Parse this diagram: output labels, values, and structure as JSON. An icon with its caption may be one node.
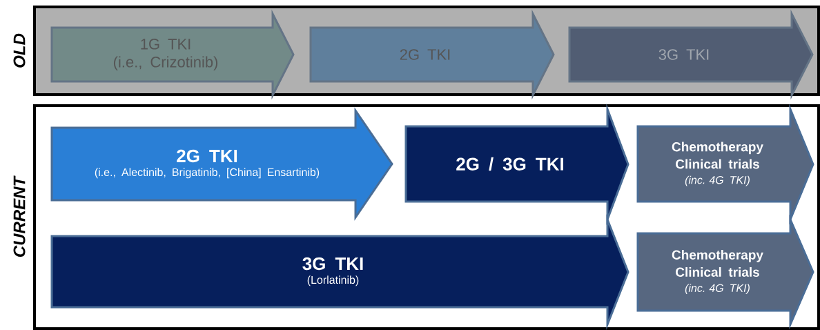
{
  "diagram": {
    "nodes": [
      {
        "text": [
          "OLD"
        ]
      },
      {
        "text": [
          "1G TKI",
          "(i.e., Crizotinib)"
        ],
        "in": 0
      },
      {
        "text": [
          "2G TKI"
        ],
        "in": 0
      },
      {
        "text": [
          "3G TKI"
        ],
        "in": 0
      },
      {
        "text": [
          "CURRENT"
        ]
      },
      {
        "text": [
          "2G TKI",
          "(i.e., Alectinib, Brigatinib, [China] Ensartinib)"
        ],
        "in": 4
      },
      {
        "text": [
          "2G / 3G TKI"
        ],
        "in": 4
      },
      {
        "text": [
          "Chemotherapy Clinical trials",
          "(inc. 4G TKI)"
        ],
        "in": 4
      },
      {
        "text": [
          "3G TKI",
          "(Lorlatinib)"
        ],
        "in": 4
      },
      {
        "text": [
          "Chemotherapy Clinical trials",
          "(inc. 4G TKI)"
        ],
        "in": 4
      }
    ]
  }
}
